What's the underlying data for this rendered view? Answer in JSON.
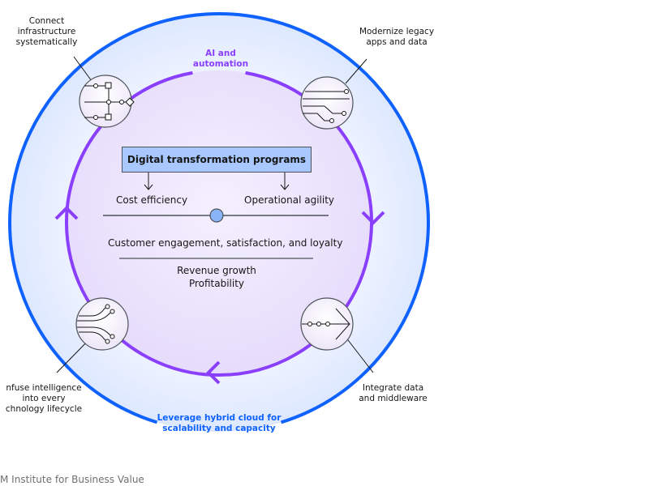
{
  "center": {
    "box_title": "Digital transformation programs",
    "cost_efficiency": "Cost efficiency",
    "operational_agility": "Operational agility",
    "customer_engagement": "Customer engagement, satisfaction, and loyalty",
    "revenue_growth": "Revenue growth",
    "profitability": "Profitability"
  },
  "labels": {
    "ai_line1": "AI and",
    "ai_line2": "automation",
    "cloud_line1": "Leverage hybrid cloud for",
    "cloud_line2": "scalability and capacity",
    "connect": [
      "Connect",
      "infrastructure",
      "systematically"
    ],
    "modernize": [
      "Modernize legacy",
      "apps and data"
    ],
    "integrate": [
      "Integrate data",
      "and middleware"
    ],
    "infuse": [
      "nfuse intelligence",
      "into every",
      "chnology lifecycle"
    ]
  },
  "footer": "M Institute for Business Value",
  "colors": {
    "outer_ring": "#0f62fe",
    "inner_ring": "#8a3ffc",
    "box_fill": "#a8c8ff",
    "center_dot": "#8ab4f8"
  },
  "icons": {
    "connect": "network-branch-icon",
    "modernize": "legacy-circuit-icon",
    "integrate": "data-flow-arrow-icon",
    "infuse": "intelligence-lines-icon"
  }
}
